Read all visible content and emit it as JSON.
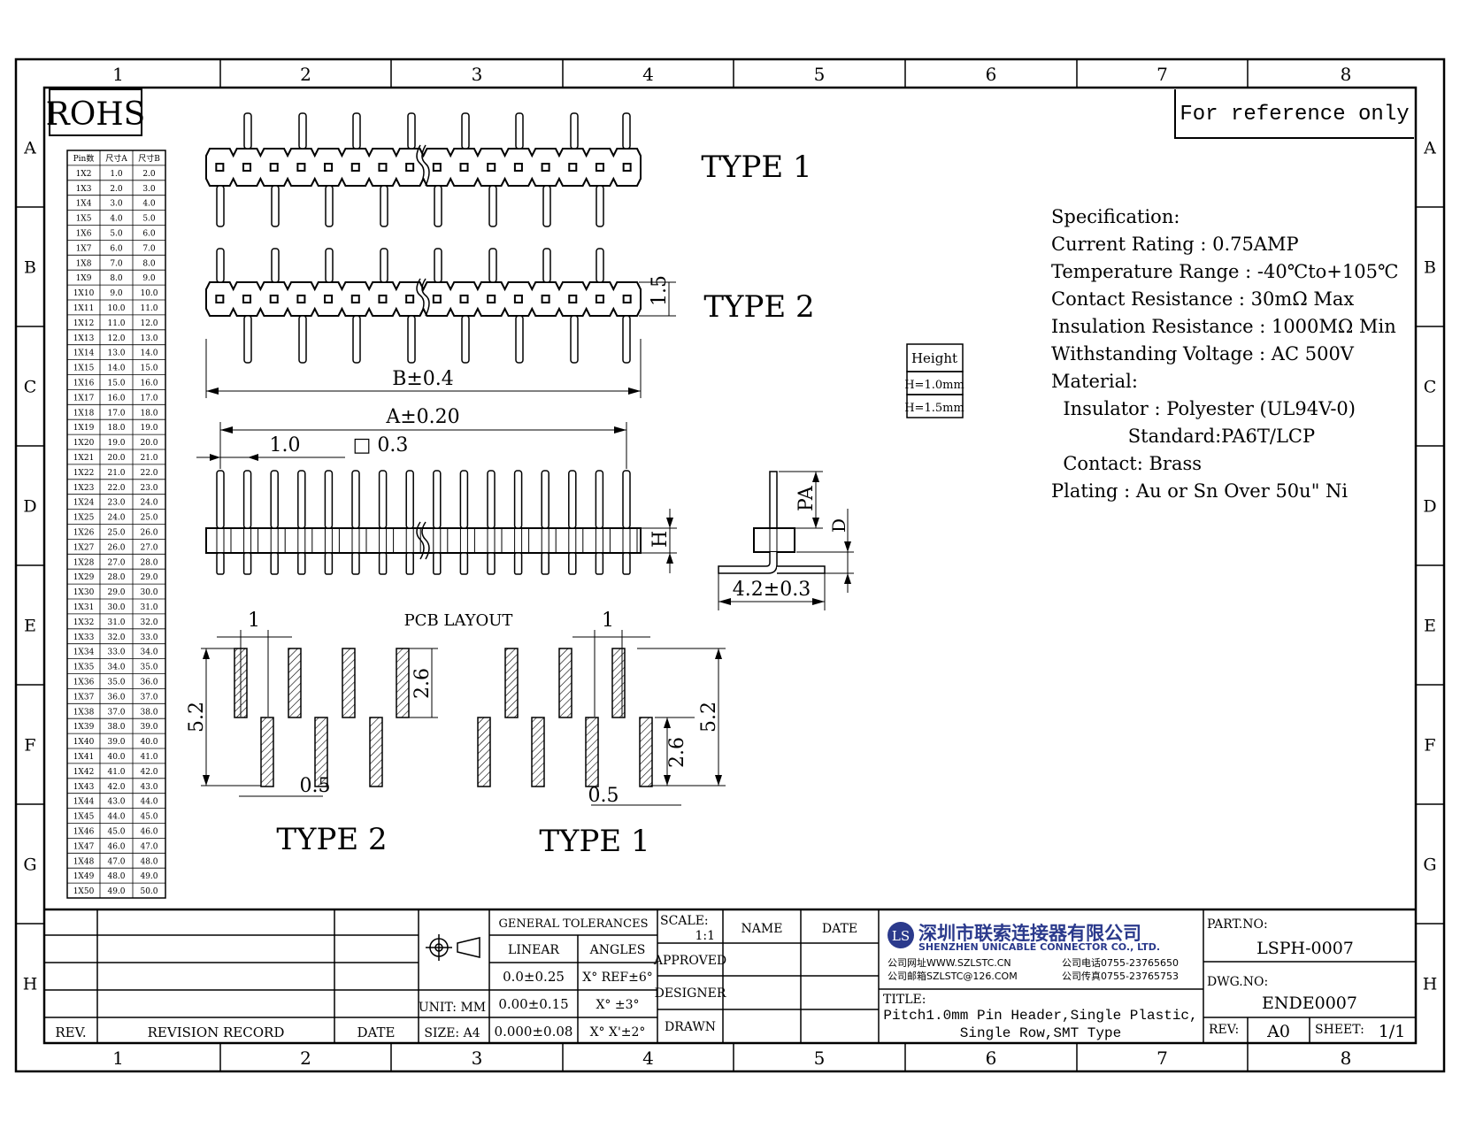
{
  "grid": {
    "columns": [
      "1",
      "2",
      "3",
      "4",
      "5",
      "6",
      "7",
      "8"
    ],
    "rows": [
      "A",
      "B",
      "C",
      "D",
      "E",
      "F",
      "G",
      "H"
    ]
  },
  "badges": {
    "rohs": "ROHS",
    "reference": "For reference only"
  },
  "pin_table": {
    "headers": [
      "Pin数",
      "尺寸A",
      "尺寸B"
    ],
    "rows": [
      [
        "1X2",
        "1.0",
        "2.0"
      ],
      [
        "1X3",
        "2.0",
        "3.0"
      ],
      [
        "1X4",
        "3.0",
        "4.0"
      ],
      [
        "1X5",
        "4.0",
        "5.0"
      ],
      [
        "1X6",
        "5.0",
        "6.0"
      ],
      [
        "1X7",
        "6.0",
        "7.0"
      ],
      [
        "1X8",
        "7.0",
        "8.0"
      ],
      [
        "1X9",
        "8.0",
        "9.0"
      ],
      [
        "1X10",
        "9.0",
        "10.0"
      ],
      [
        "1X11",
        "10.0",
        "11.0"
      ],
      [
        "1X12",
        "11.0",
        "12.0"
      ],
      [
        "1X13",
        "12.0",
        "13.0"
      ],
      [
        "1X14",
        "13.0",
        "14.0"
      ],
      [
        "1X15",
        "14.0",
        "15.0"
      ],
      [
        "1X16",
        "15.0",
        "16.0"
      ],
      [
        "1X17",
        "16.0",
        "17.0"
      ],
      [
        "1X18",
        "17.0",
        "18.0"
      ],
      [
        "1X19",
        "18.0",
        "19.0"
      ],
      [
        "1X20",
        "19.0",
        "20.0"
      ],
      [
        "1X21",
        "20.0",
        "21.0"
      ],
      [
        "1X22",
        "21.0",
        "22.0"
      ],
      [
        "1X23",
        "22.0",
        "23.0"
      ],
      [
        "1X24",
        "23.0",
        "24.0"
      ],
      [
        "1X25",
        "24.0",
        "25.0"
      ],
      [
        "1X26",
        "25.0",
        "26.0"
      ],
      [
        "1X27",
        "26.0",
        "27.0"
      ],
      [
        "1X28",
        "27.0",
        "28.0"
      ],
      [
        "1X29",
        "28.0",
        "29.0"
      ],
      [
        "1X30",
        "29.0",
        "30.0"
      ],
      [
        "1X31",
        "30.0",
        "31.0"
      ],
      [
        "1X32",
        "31.0",
        "32.0"
      ],
      [
        "1X33",
        "32.0",
        "33.0"
      ],
      [
        "1X34",
        "33.0",
        "34.0"
      ],
      [
        "1X35",
        "34.0",
        "35.0"
      ],
      [
        "1X36",
        "35.0",
        "36.0"
      ],
      [
        "1X37",
        "36.0",
        "37.0"
      ],
      [
        "1X38",
        "37.0",
        "38.0"
      ],
      [
        "1X39",
        "38.0",
        "39.0"
      ],
      [
        "1X40",
        "39.0",
        "40.0"
      ],
      [
        "1X41",
        "40.0",
        "41.0"
      ],
      [
        "1X42",
        "41.0",
        "42.0"
      ],
      [
        "1X43",
        "42.0",
        "43.0"
      ],
      [
        "1X44",
        "43.0",
        "44.0"
      ],
      [
        "1X45",
        "44.0",
        "45.0"
      ],
      [
        "1X46",
        "45.0",
        "46.0"
      ],
      [
        "1X47",
        "46.0",
        "47.0"
      ],
      [
        "1X48",
        "47.0",
        "48.0"
      ],
      [
        "1X49",
        "48.0",
        "49.0"
      ],
      [
        "1X50",
        "49.0",
        "50.0"
      ]
    ]
  },
  "types": {
    "type1": "TYPE 1",
    "type2": "TYPE 2",
    "pcb_type2": "TYPE 2",
    "pcb_type1": "TYPE 1"
  },
  "dims": {
    "h15": "1.5",
    "b": "B±0.4",
    "a": "A±0.20",
    "pitch": "1.0",
    "pin": "□ 0.3",
    "h": "H",
    "pa": "PA",
    "d": "D",
    "width42": "4.2±0.3",
    "pcb_title": "PCB LAYOUT",
    "pcb_1_left": "1",
    "pcb_52_left": "5.2",
    "pcb_26_left": "2.6",
    "pcb_05_left": "0.5",
    "pcb_1_right": "1",
    "pcb_52_right": "5.2",
    "pcb_26_right": "2.6",
    "pcb_05_right": "0.5"
  },
  "height_table": {
    "header": "Height",
    "rows": [
      "H=1.0mm",
      "H=1.5mm"
    ]
  },
  "specs": [
    "Specification:",
    "Current Rating : 0.75AMP",
    "Temperature Range : -40℃to+105℃",
    "Contact Resistance : 30mΩ Max",
    "Insulation Resistance : 1000MΩ Min",
    "Withstanding Voltage : AC 500V",
    "Material:",
    "  Insulator : Polyester (UL94V-0)",
    "             Standard:PA6T/LCP",
    "  Contact: Brass",
    "Plating : Au or Sn Over 50u\" Ni"
  ],
  "title_block": {
    "rev_col": "REV.",
    "revision_record": "REVISION RECORD",
    "date_col": "DATE",
    "unit": "UNIT: MM",
    "size": "SIZE: A4",
    "general_tol": "GENERAL TOLERANCES",
    "linear": "LINEAR",
    "angles": "ANGLES",
    "lin1": "0.0±0.25",
    "lin2": "0.00±0.15",
    "lin3": "0.000±0.08",
    "ang1": "X° REF±6°",
    "ang2": "X° ±3°",
    "ang3": "X° X'±2°",
    "scale_label": "SCALE:",
    "scale_value": "1:1",
    "name": "NAME",
    "date": "DATE",
    "approved": "APPROVED",
    "designer": "DESIGNER",
    "drawn": "DRAWN",
    "company_cn": "深圳市联索连接器有限公司",
    "company_en": "SHENZHEN UNICABLE CONNECTOR CO., LTD.",
    "website": "公司网址WWW.SZLSTC.CN",
    "email": "公司邮箱SZLSTC@126.COM",
    "phone": "公司电话0755-23765650",
    "fax": "公司传真0755-23765753",
    "title_label": "TITLE:",
    "title_line1": "Pitch1.0mm Pin Header,Single Plastic,",
    "title_line2": "Single Row,SMT Type",
    "part_label": "PART.NO:",
    "part_no": "LSPH-0007",
    "dwg_label": "DWG.NO:",
    "dwg_no": "ENDE0007",
    "rev_label": "REV:",
    "rev": "A0",
    "sheet_label": "SHEET:",
    "sheet": "1/1"
  }
}
